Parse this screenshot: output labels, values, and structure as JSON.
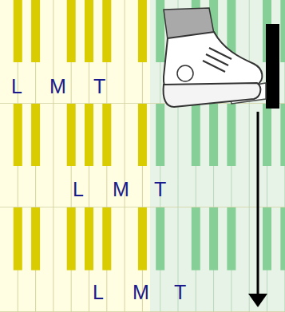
{
  "diagram": {
    "labels": [
      "L",
      "M",
      "T",
      "L",
      "M",
      "T",
      "L",
      "M",
      "T"
    ]
  }
}
